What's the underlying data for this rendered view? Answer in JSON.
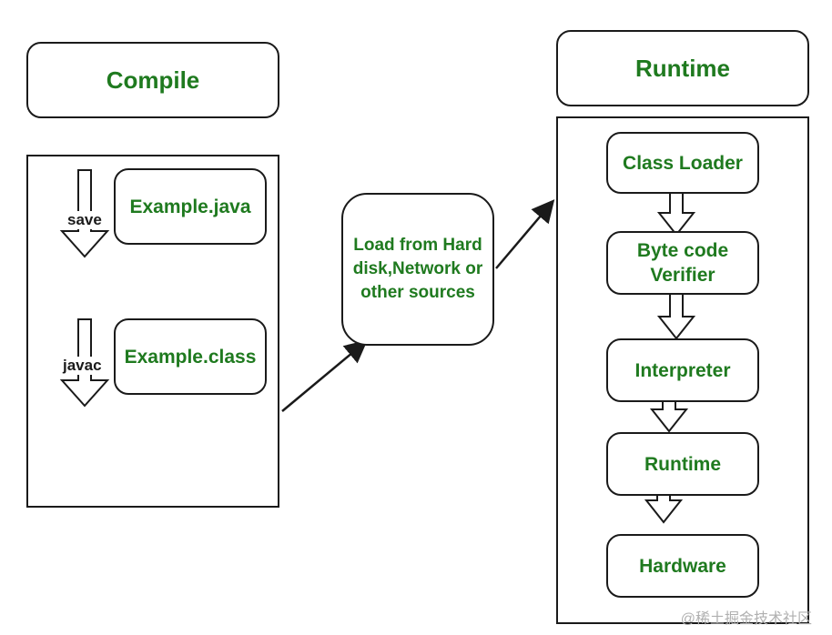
{
  "compile": {
    "title": "Compile",
    "save_label": "save",
    "javac_label": "javac",
    "java_file": "Example.java",
    "class_file": "Example.class"
  },
  "load": {
    "label": "Load from Hard disk,Network or other sources"
  },
  "runtime": {
    "title": "Runtime",
    "steps": [
      "Class Loader",
      "Byte code Verifier",
      "Interpreter",
      "Runtime",
      "Hardware"
    ]
  },
  "watermark": "@稀土掘金技术社区",
  "colors": {
    "node_text": "#1f7a1f",
    "border": "#1a1a1a"
  }
}
